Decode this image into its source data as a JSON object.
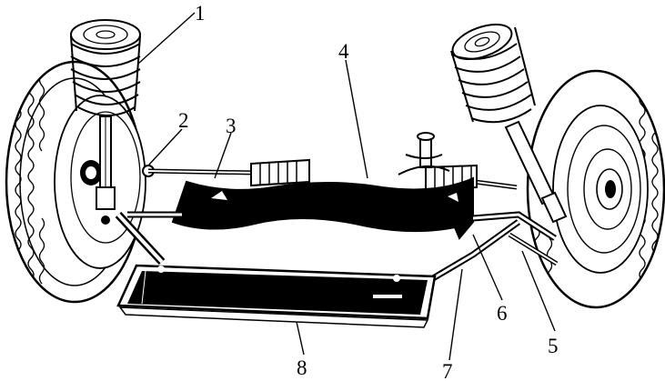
{
  "diagram": {
    "callouts": [
      {
        "id": "1",
        "text": "1"
      },
      {
        "id": "2",
        "text": "2"
      },
      {
        "id": "3",
        "text": "3"
      },
      {
        "id": "4",
        "text": "4"
      },
      {
        "id": "5",
        "text": "5"
      },
      {
        "id": "6",
        "text": "6"
      },
      {
        "id": "7",
        "text": "7"
      },
      {
        "id": "8",
        "text": "8"
      }
    ],
    "colors": {
      "ink": "#000000",
      "paper": "#ffffff"
    }
  }
}
